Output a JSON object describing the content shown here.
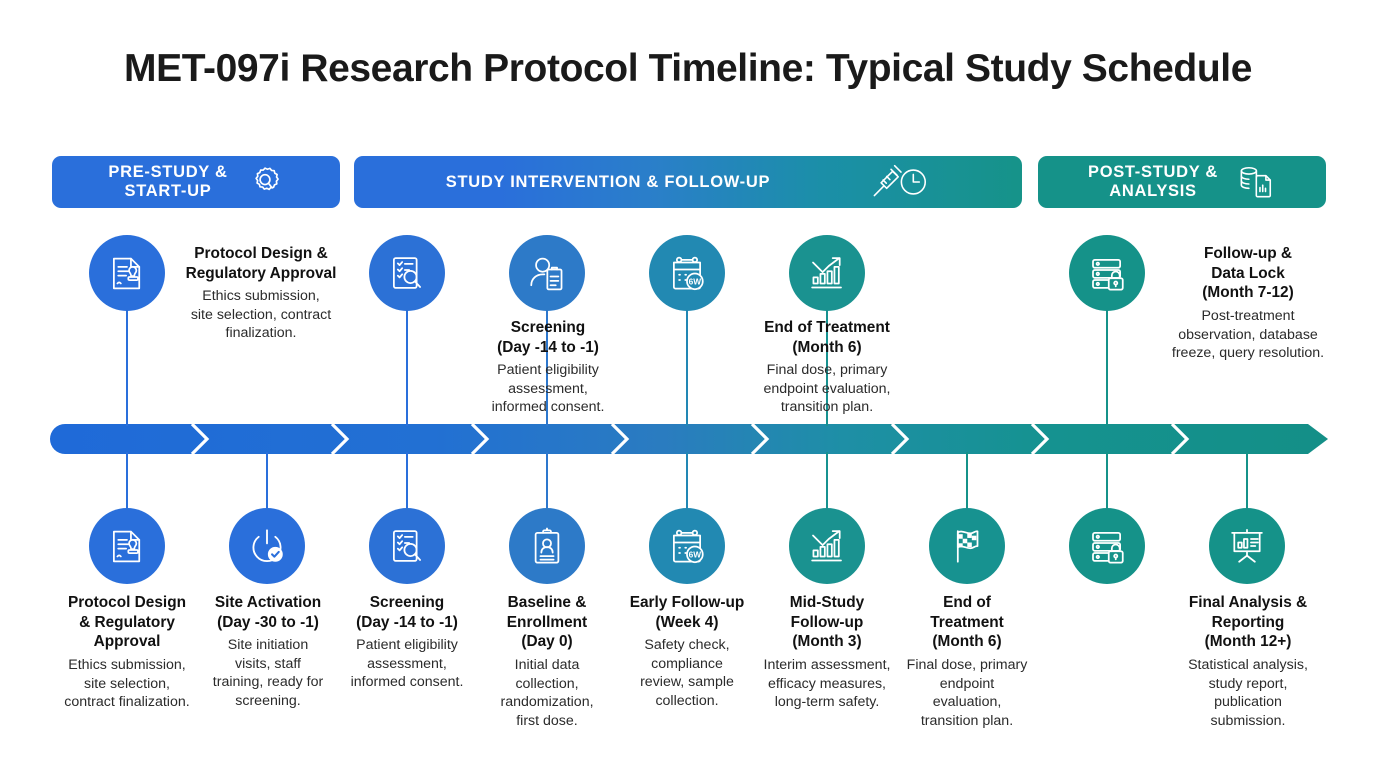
{
  "title": "MET-097i Research Protocol Timeline: Typical Study Schedule",
  "colors": {
    "phase1": "#2a6fdb",
    "phase2_start": "#2a6fdb",
    "phase2_end": "#169389",
    "phase3": "#159289",
    "spine_start": "#1f6ad8",
    "spine_end": "#148f87",
    "text_dark": "#111111",
    "white": "#ffffff"
  },
  "phases": [
    {
      "label": "PRE-STUDY &\nSTART-UP",
      "icon": "gear-search-icon"
    },
    {
      "label": "STUDY INTERVENTION & FOLLOW-UP",
      "icon": "syringe-clock-icon"
    },
    {
      "label": "POST-STUDY &\nANALYSIS",
      "icon": "database-report-icon"
    }
  ],
  "top_milestones": [
    {
      "icon": "document-stamp-icon",
      "title": "Protocol Design &\nRegulatory Approval",
      "desc": "Ethics submission,\nsite selection, contract\nfinalization."
    },
    {
      "icon": "checklist-search-icon",
      "title": "",
      "desc": ""
    },
    {
      "icon": "person-clipboard-icon",
      "title": "Screening\n(Day -14 to -1)",
      "desc": "Patient eligibility\nassessment,\ninformed consent."
    },
    {
      "icon": "calendar-week-icon",
      "title": "",
      "desc": ""
    },
    {
      "icon": "growth-chart-icon",
      "title": "End of Treatment\n(Month 6)",
      "desc": "Final dose, primary\nendpoint evaluation,\ntransition plan."
    },
    {
      "icon": "server-lock-icon",
      "title": "Follow-up &\nData Lock\n(Month 7-12)",
      "desc": "Post-treatment\nobservation, database\nfreeze, query resolution."
    }
  ],
  "bottom_milestones": [
    {
      "icon": "document-stamp-icon",
      "title": "Protocol Design\n& Regulatory\nApproval",
      "desc": "Ethics submission,\nsite selection,\ncontract finalization."
    },
    {
      "icon": "power-check-icon",
      "title": "Site Activation\n(Day -30 to -1)",
      "desc": "Site initiation\nvisits, staff\ntraining, ready for\nscreening."
    },
    {
      "icon": "checklist-search-icon",
      "title": "Screening\n(Day -14 to -1)",
      "desc": "Patient eligibility\nassessment,\ninformed consent."
    },
    {
      "icon": "clipboard-person-icon",
      "title": "Baseline &\nEnrollment\n(Day 0)",
      "desc": "Initial data\ncollection,\nrandomization,\nfirst dose."
    },
    {
      "icon": "calendar-week-icon",
      "title": "Early Follow-up\n(Week 4)",
      "desc": "Safety check,\ncompliance\nreview, sample\ncollection."
    },
    {
      "icon": "growth-chart-icon",
      "title": "Mid-Study\nFollow-up\n(Month 3)",
      "desc": "Interim assessment,\nefficacy measures,\nlong-term safety."
    },
    {
      "icon": "checkered-flag-icon",
      "title": "End of\nTreatment\n(Month 6)",
      "desc": "Final dose, primary\nendpoint\nevaluation,\ntransition plan."
    },
    {
      "icon": "server-lock-icon",
      "title": "",
      "desc": ""
    },
    {
      "icon": "presentation-chart-icon",
      "title": "Final Analysis &\nReporting\n(Month 12+)",
      "desc": "Statistical analysis,\nstudy report,\npublication\nsubmission."
    }
  ]
}
